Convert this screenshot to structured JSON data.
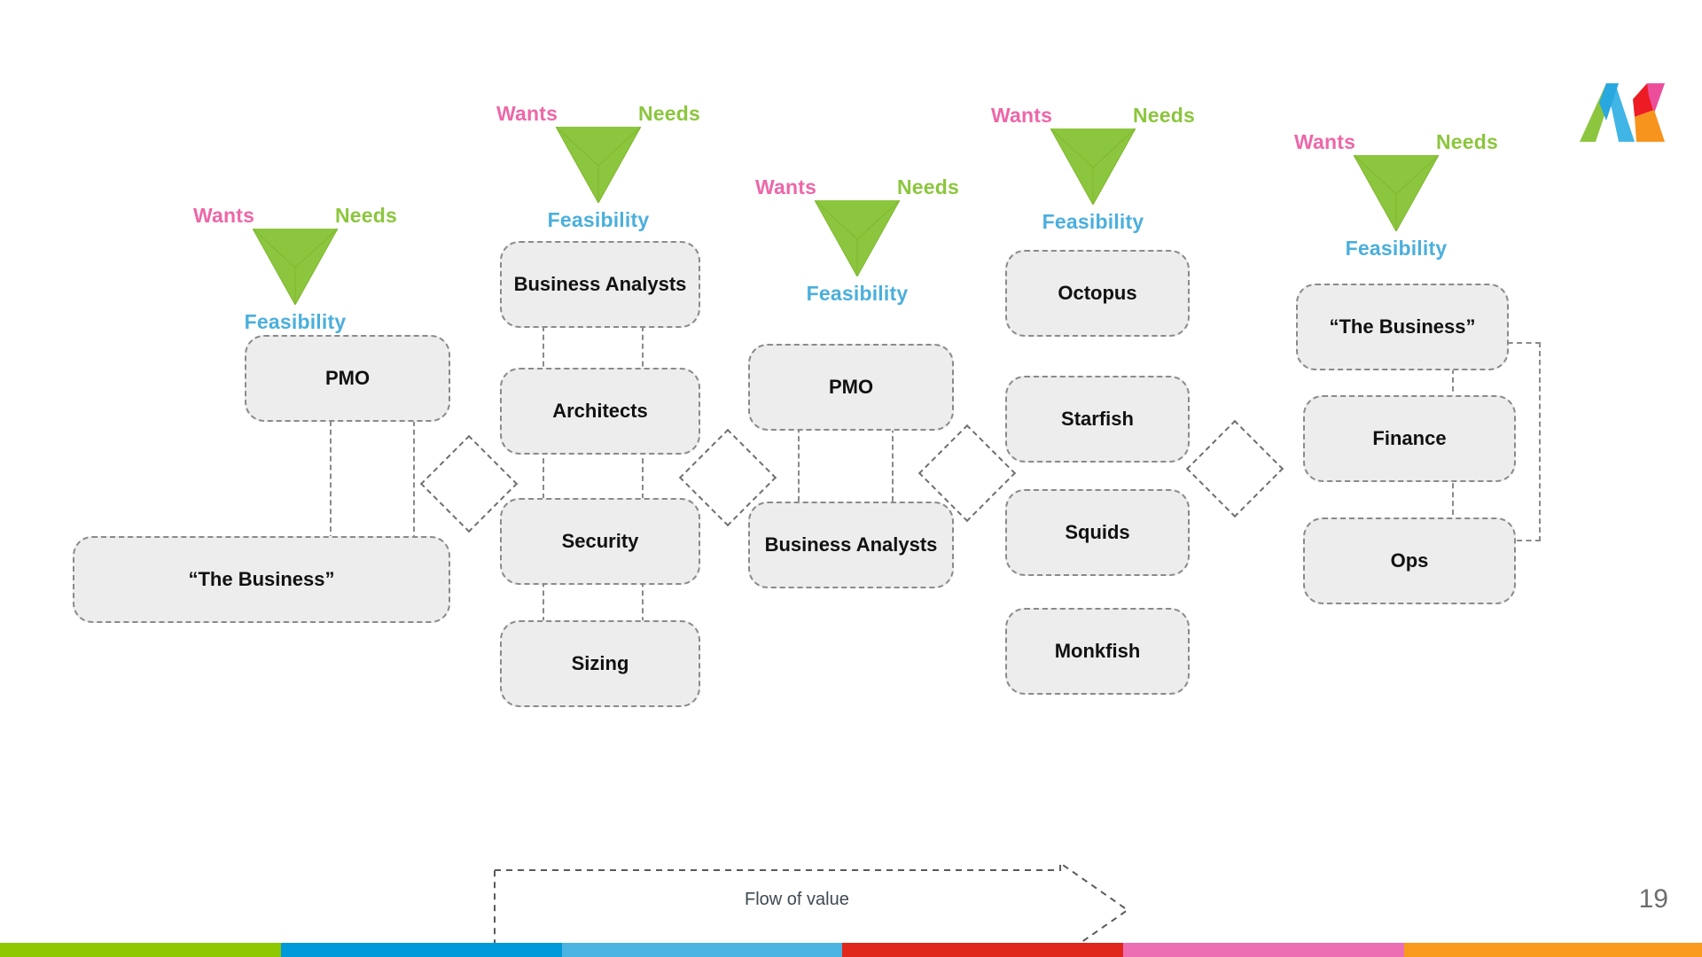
{
  "slide": {
    "page_number": "19",
    "background_color": "#ffffff"
  },
  "colors": {
    "wants": "#ED67A8",
    "needs": "#8CC63E",
    "feasibility": "#4BAFDC",
    "triangle_fill": "#8CC63E",
    "node_fill": "#EDEDED",
    "node_border": "#8A8A8A",
    "flow_text": "#3E4A52",
    "page_number": "#6D6D6D"
  },
  "tri_labels": {
    "wants": "Wants",
    "needs": "Needs",
    "feasibility": "Feasibility"
  },
  "columns": [
    {
      "id": "column-1",
      "triangle": {
        "wants": "Wants",
        "needs": "Needs",
        "feasibility": "Feasibility"
      },
      "nodes": [
        {
          "label": "PMO"
        },
        {
          "label": "“The Business”"
        }
      ]
    },
    {
      "id": "column-2",
      "triangle": {
        "wants": "Wants",
        "needs": "Needs",
        "feasibility": "Feasibility"
      },
      "nodes": [
        {
          "label": "Business Analysts"
        },
        {
          "label": "Architects"
        },
        {
          "label": "Security"
        },
        {
          "label": "Sizing"
        }
      ]
    },
    {
      "id": "column-3",
      "triangle": {
        "wants": "Wants",
        "needs": "Needs",
        "feasibility": "Feasibility"
      },
      "nodes": [
        {
          "label": "PMO"
        },
        {
          "label": "Business Analysts"
        }
      ]
    },
    {
      "id": "column-4",
      "triangle": {
        "wants": "Wants",
        "needs": "Needs",
        "feasibility": "Feasibility"
      },
      "nodes": [
        {
          "label": "Octopus"
        },
        {
          "label": "Starfish"
        },
        {
          "label": "Squids"
        },
        {
          "label": "Monkfish"
        }
      ]
    },
    {
      "id": "column-5",
      "triangle": {
        "wants": "Wants",
        "needs": "Needs",
        "feasibility": "Feasibility"
      },
      "nodes": [
        {
          "label": "“The Business”"
        },
        {
          "label": "Finance"
        },
        {
          "label": "Ops"
        }
      ]
    }
  ],
  "flow": {
    "label": "Flow of value"
  },
  "bottom_band": [
    {
      "color": "#8CC700",
      "width_pct": 16.5
    },
    {
      "color": "#0099DA",
      "width_pct": 16.5
    },
    {
      "color": "#4BB4E2",
      "width_pct": 16.5
    },
    {
      "color": "#E1261C",
      "width_pct": 16.5
    },
    {
      "color": "#ED6FB3",
      "width_pct": 16.5
    },
    {
      "color": "#F99A1C",
      "width_pct": 17.5
    }
  ],
  "logo": {
    "name": "ak-monogram-logo",
    "colors": [
      "#8CC63E",
      "#29A8E0",
      "#41B6E6",
      "#ED1C24",
      "#EC4E9C",
      "#F7941E"
    ]
  }
}
